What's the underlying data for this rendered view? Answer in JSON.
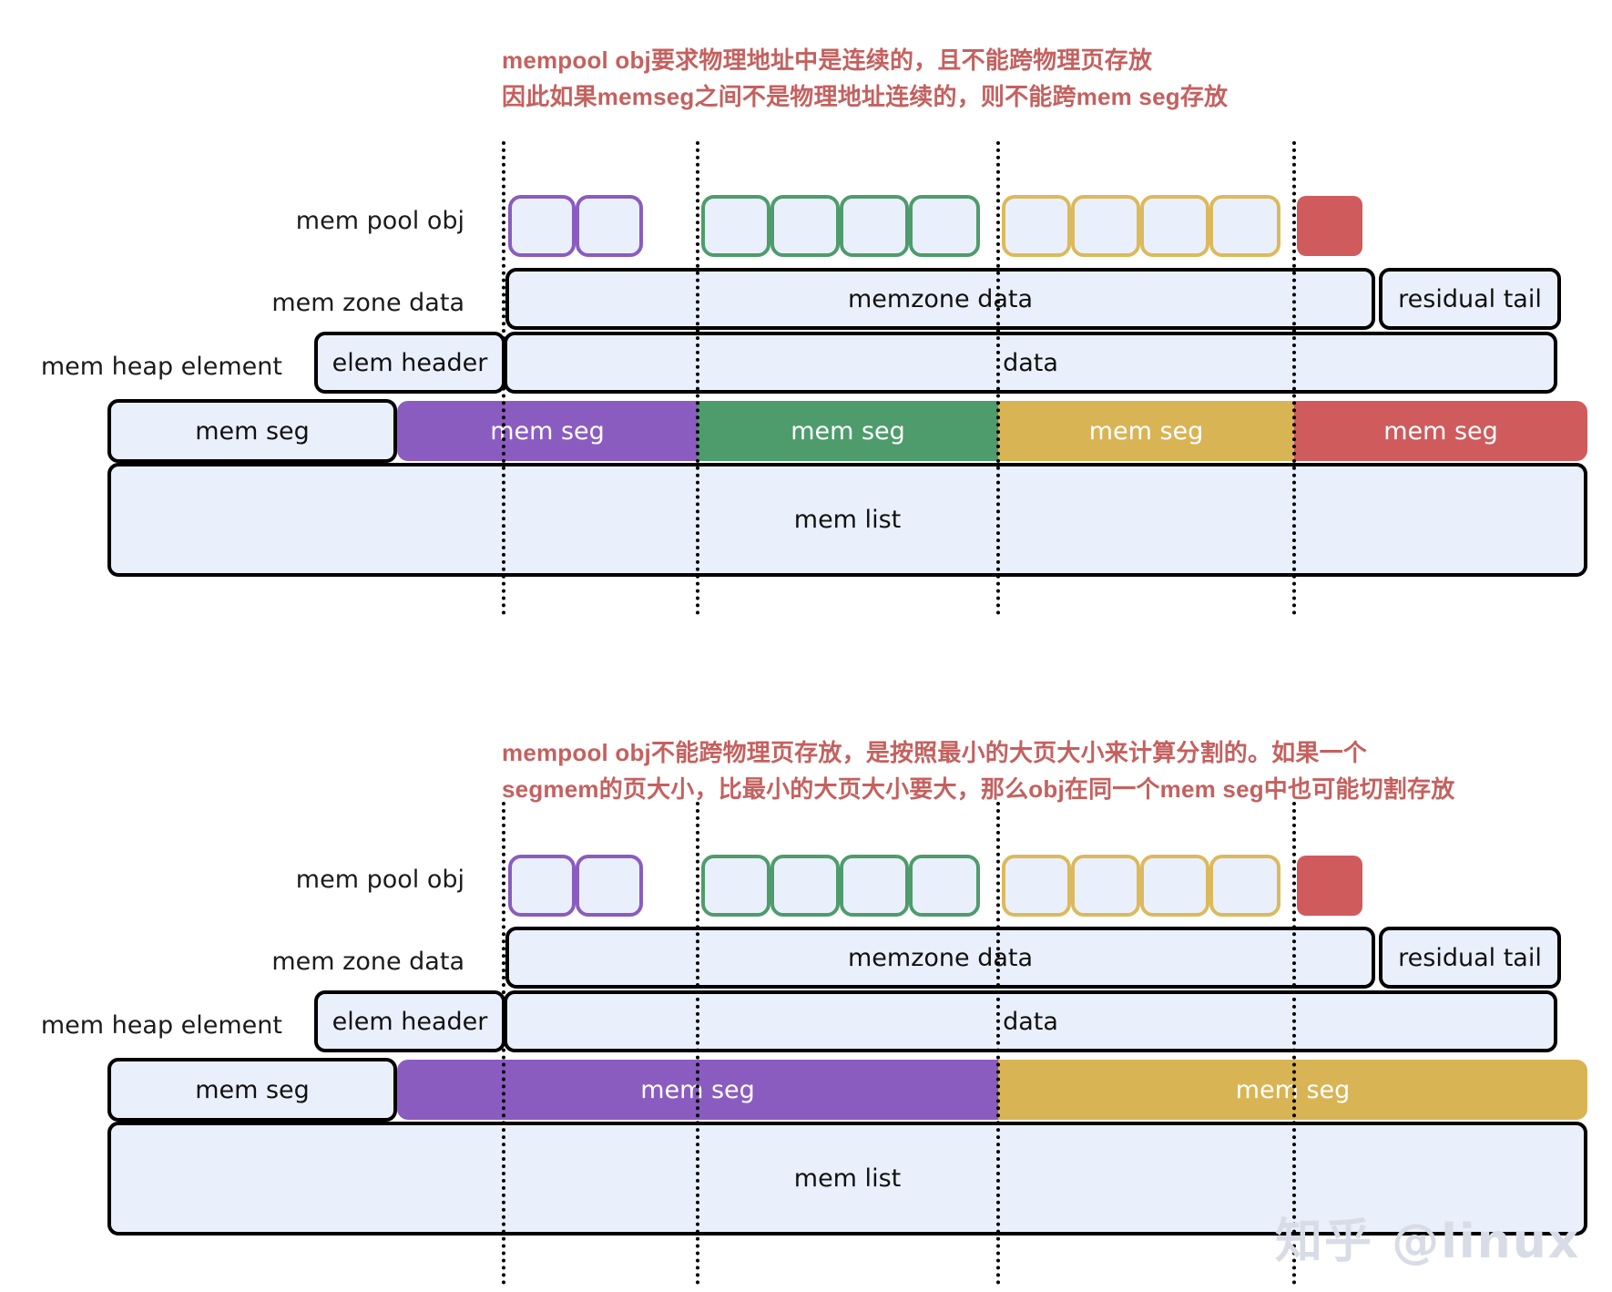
{
  "diagrams": [
    {
      "caption": {
        "line1": "mempool obj要求物理地址中是连续的，且不能跨物理页存放",
        "line2": "因此如果memseg之间不是物理地址连续的，则不能跨mem seg存放"
      },
      "rows": {
        "pool_obj_label": "mem pool obj",
        "zone_label": "mem zone data",
        "heap_label": "mem heap  element",
        "list_label": "mem list"
      },
      "zone": {
        "main": "memzone data",
        "tail": "residual tail"
      },
      "heap": {
        "header": "elem header",
        "data": "data"
      },
      "objects": [
        {
          "color": "purple",
          "filled": false
        },
        {
          "color": "purple",
          "filled": false
        },
        {
          "color": "green",
          "filled": false
        },
        {
          "color": "green",
          "filled": false
        },
        {
          "color": "green",
          "filled": false
        },
        {
          "color": "green",
          "filled": false
        },
        {
          "color": "gold",
          "filled": false
        },
        {
          "color": "gold",
          "filled": false
        },
        {
          "color": "gold",
          "filled": false
        },
        {
          "color": "gold",
          "filled": false
        },
        {
          "color": "red",
          "filled": true
        }
      ],
      "segments": [
        {
          "label": "mem seg",
          "color": "white"
        },
        {
          "label": "mem seg",
          "color": "purple"
        },
        {
          "label": "mem seg",
          "color": "green"
        },
        {
          "label": "mem seg",
          "color": "gold"
        },
        {
          "label": "mem seg",
          "color": "red"
        }
      ]
    },
    {
      "caption": {
        "line1": "mempool obj不能跨物理页存放，是按照最小的大页大小来计算分割的。如果一个",
        "line2": "segmem的页大小，比最小的大页大小要大，那么obj在同一个mem seg中也可能切割存放"
      },
      "rows": {
        "pool_obj_label": "mem pool obj",
        "zone_label": "mem zone data",
        "heap_label": "mem heap  element",
        "list_label": "mem list"
      },
      "zone": {
        "main": "memzone data",
        "tail": "residual tail"
      },
      "heap": {
        "header": "elem header",
        "data": "data"
      },
      "objects": [
        {
          "color": "purple",
          "filled": false
        },
        {
          "color": "purple",
          "filled": false
        },
        {
          "color": "green",
          "filled": false
        },
        {
          "color": "green",
          "filled": false
        },
        {
          "color": "green",
          "filled": false
        },
        {
          "color": "green",
          "filled": false
        },
        {
          "color": "gold",
          "filled": false
        },
        {
          "color": "gold",
          "filled": false
        },
        {
          "color": "gold",
          "filled": false
        },
        {
          "color": "gold",
          "filled": false
        },
        {
          "color": "red",
          "filled": true
        }
      ],
      "segments": [
        {
          "label": "mem seg",
          "color": "white"
        },
        {
          "label": "mem seg",
          "color": "purple"
        },
        {
          "label": "mem seg",
          "color": "gold"
        }
      ]
    }
  ],
  "watermark": "知乎 @linux",
  "colors": {
    "caption_red": "#c4615f",
    "purple": "#8a5cc0",
    "green": "#4e9c6c",
    "gold": "#d9b455",
    "red": "#cf5b5d",
    "box_fill": "#eaf0fb",
    "outline": "#000000",
    "watermark": "#d8dce6"
  }
}
